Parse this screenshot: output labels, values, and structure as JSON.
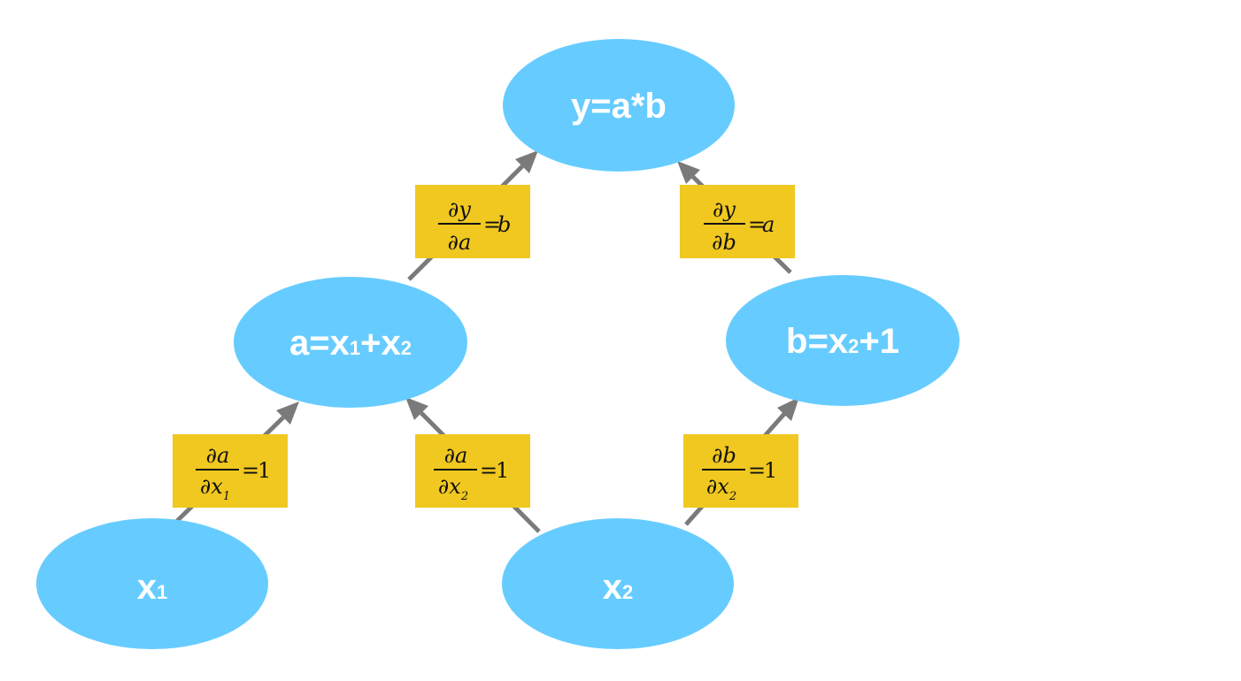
{
  "colors": {
    "node_fill": "#66ccff",
    "node_text": "#ffffff",
    "edge": "#7a7a7a",
    "label_fill": "#f0c820",
    "label_text": "#111111"
  },
  "nodes": {
    "y": {
      "main": "y=a*b"
    },
    "a": {
      "parts": [
        "a=x",
        "1",
        "+x",
        "2"
      ]
    },
    "b": {
      "parts": [
        "b=x",
        "2",
        "+1"
      ]
    },
    "x1": {
      "parts": [
        "x",
        "1"
      ]
    },
    "x2": {
      "parts": [
        "x",
        "2"
      ]
    }
  },
  "edges": [
    {
      "from": "a",
      "to": "y",
      "label": {
        "num": "∂y",
        "den": "∂a",
        "den_sub": "",
        "rhs": "b"
      }
    },
    {
      "from": "b",
      "to": "y",
      "label": {
        "num": "∂y",
        "den": "∂b",
        "den_sub": "",
        "rhs": "a"
      }
    },
    {
      "from": "x1",
      "to": "a",
      "label": {
        "num": "∂a",
        "den": "∂x",
        "den_sub": "1",
        "rhs": "1"
      }
    },
    {
      "from": "x2",
      "to": "a",
      "label": {
        "num": "∂a",
        "den": "∂x",
        "den_sub": "2",
        "rhs": "1"
      }
    },
    {
      "from": "x2",
      "to": "b",
      "label": {
        "num": "∂b",
        "den": "∂x",
        "den_sub": "2",
        "rhs": "1"
      }
    }
  ]
}
